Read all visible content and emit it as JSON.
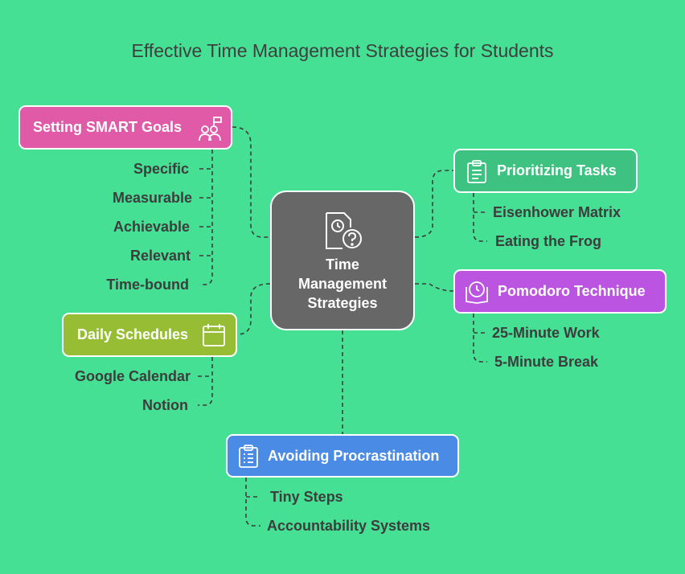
{
  "title": "Effective Time Management Strategies for Students",
  "center": {
    "lines": [
      "Time",
      "Management",
      "Strategies"
    ],
    "icon": "clock-document-question-icon"
  },
  "colors": {
    "background": "#45e094",
    "center": "#676767",
    "smart": "#e05aa8",
    "prioritizing": "#3dc282",
    "pomodoro": "#bb54e0",
    "daily": "#97bd35",
    "procrastination": "#4a8be6",
    "connector": "#3d3d3d"
  },
  "branches": {
    "smart": {
      "label": "Setting SMART Goals",
      "icon": "people-flag-icon",
      "items": [
        "Specific",
        "Measurable",
        "Achievable",
        "Relevant",
        "Time-bound"
      ]
    },
    "prioritizing": {
      "label": "Prioritizing Tasks",
      "icon": "clipboard-icon",
      "items": [
        "Eisenhower Matrix",
        "Eating the Frog"
      ]
    },
    "pomodoro": {
      "label": "Pomodoro Technique",
      "icon": "clock-book-icon",
      "items": [
        "25-Minute Work",
        "5-Minute Break"
      ]
    },
    "daily": {
      "label": "Daily Schedules",
      "icon": "calendar-icon",
      "items": [
        "Google Calendar",
        "Notion"
      ]
    },
    "procrastination": {
      "label": "Avoiding Procrastination",
      "icon": "checklist-icon",
      "items": [
        "Tiny Steps",
        "Accountability Systems"
      ]
    }
  }
}
